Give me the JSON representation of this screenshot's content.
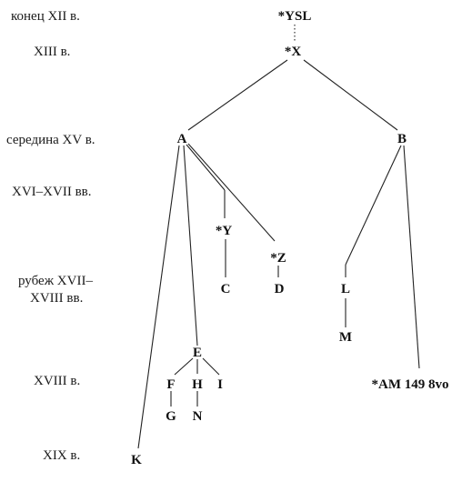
{
  "periods": {
    "p12": "конец XII в.",
    "p13": "XIII в.",
    "p15": "середина XV в.",
    "p16_17": "XVI–XVII вв.",
    "p17_18_line1": "рубеж XVII–",
    "p17_18_line2": "XVIII вв.",
    "p18": "XVIII в.",
    "p19": "XIX в."
  },
  "nodes": {
    "YSL": "*YSL",
    "X": "*X",
    "A": "A",
    "B": "B",
    "Y": "*Y",
    "Z": "*Z",
    "C": "C",
    "D": "D",
    "L": "L",
    "M": "M",
    "E": "E",
    "F": "F",
    "H": "H",
    "I": "I",
    "G": "G",
    "N": "N",
    "K": "K",
    "AM": "*AM 149 8vo"
  }
}
